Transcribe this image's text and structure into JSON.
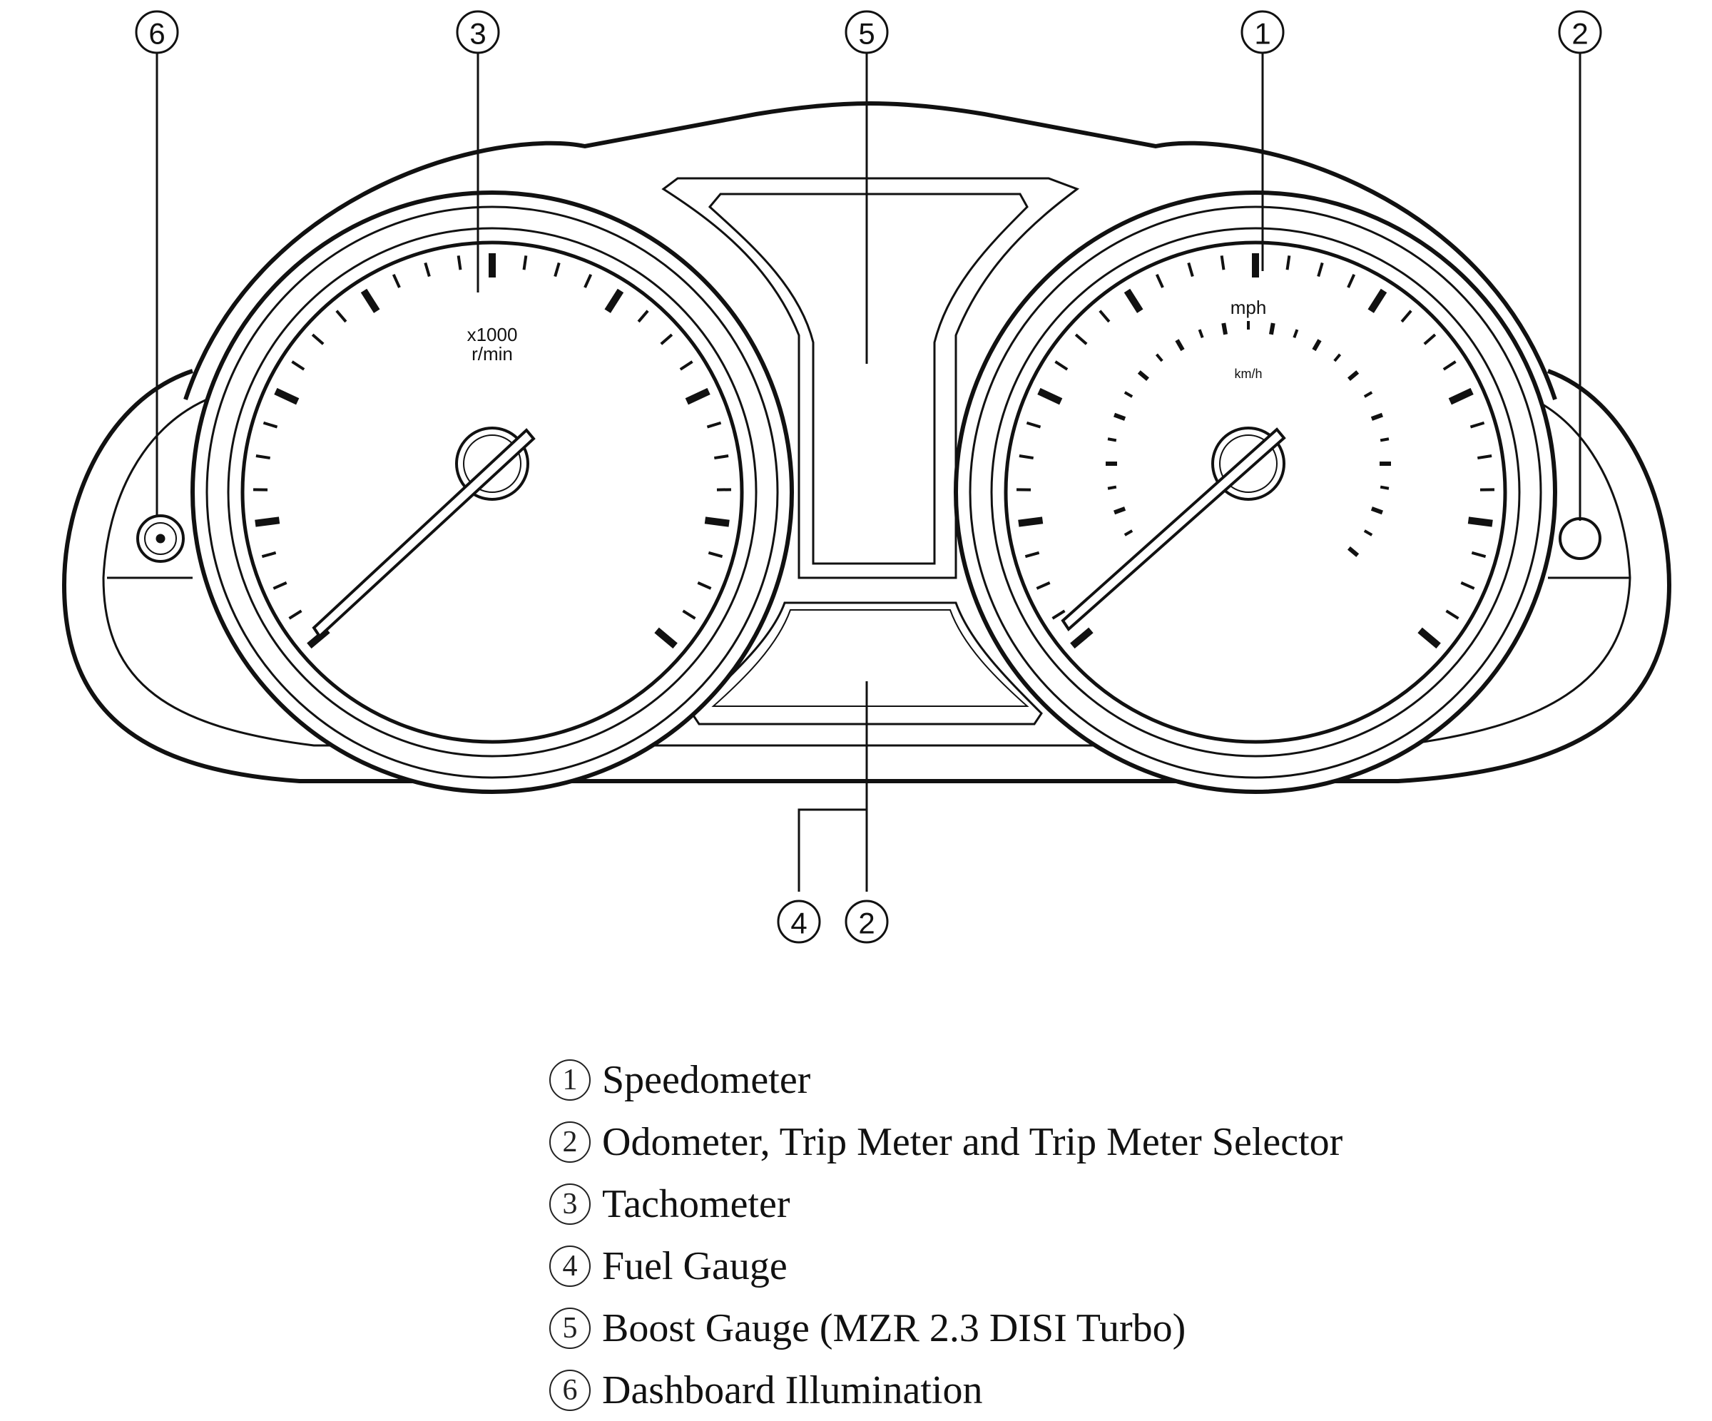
{
  "callouts": {
    "c1": "1",
    "c2_top": "2",
    "c2_bottom": "2",
    "c3": "3",
    "c4": "4",
    "c5": "5",
    "c6": "6"
  },
  "tachometer": {
    "unit_line1": "x1000",
    "unit_line2": "r/min"
  },
  "speedometer": {
    "unit_outer": "mph",
    "unit_inner": "km/h"
  },
  "legend": [
    {
      "num": "1",
      "label": "Speedometer"
    },
    {
      "num": "2",
      "label": "Odometer, Trip Meter and Trip Meter Selector"
    },
    {
      "num": "3",
      "label": "Tachometer"
    },
    {
      "num": "4",
      "label": "Fuel Gauge"
    },
    {
      "num": "5",
      "label": "Boost Gauge (MZR 2.3 DISI Turbo)"
    },
    {
      "num": "6",
      "label": "Dashboard Illumination"
    }
  ]
}
